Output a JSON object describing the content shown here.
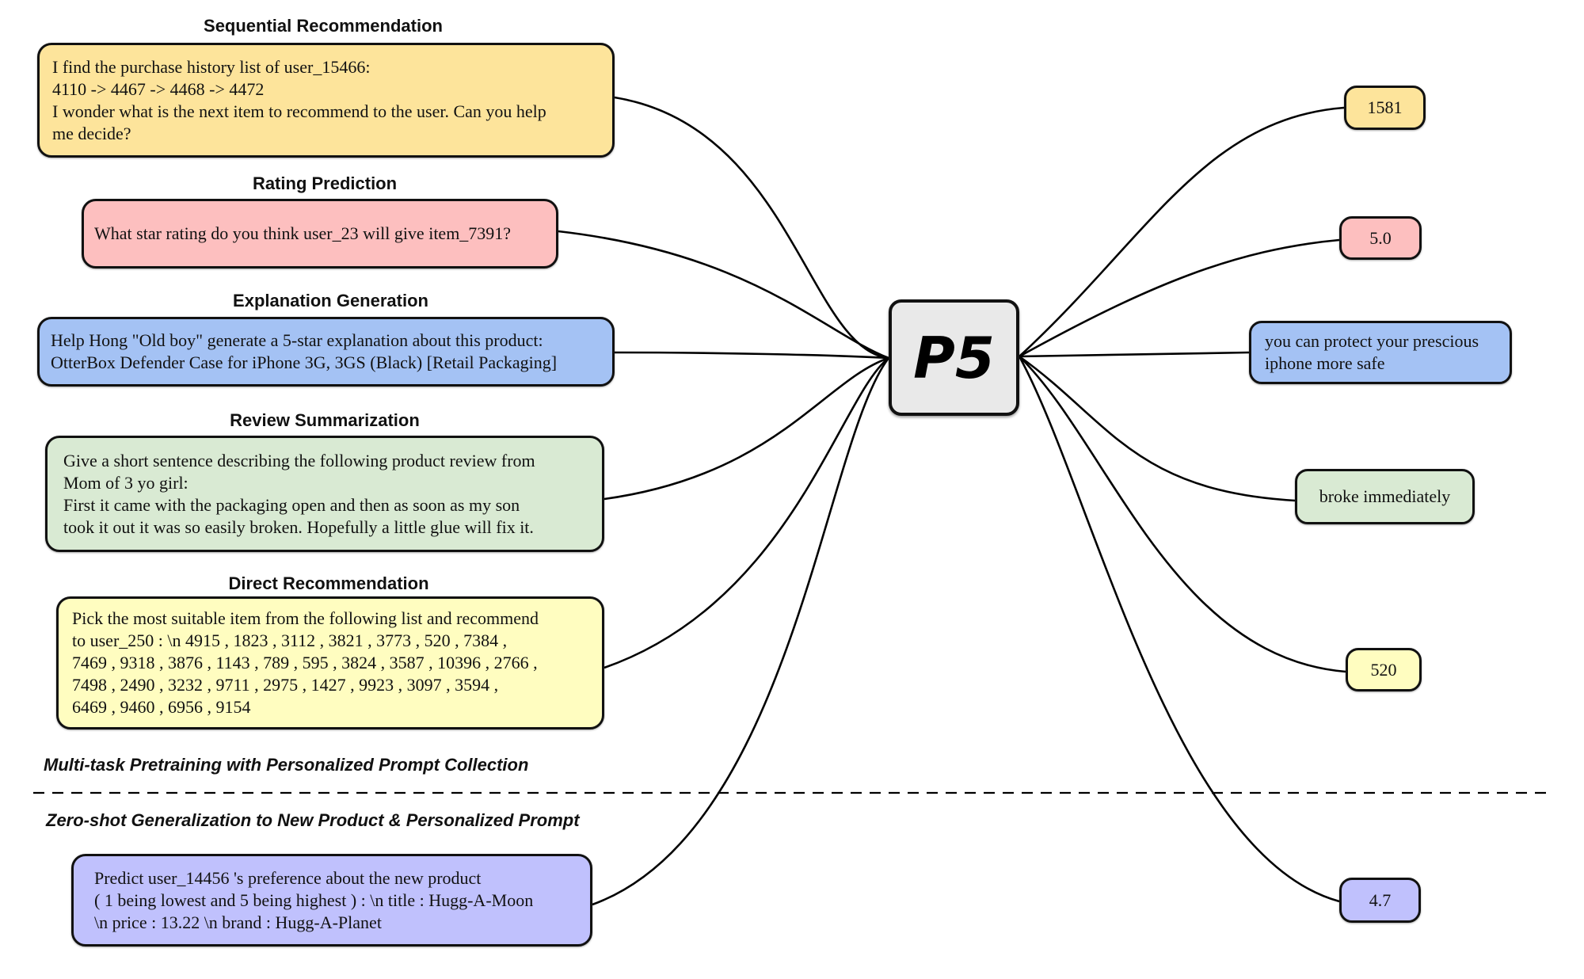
{
  "model": {
    "name": "P5"
  },
  "colors": {
    "sequential": "#fde49b",
    "rating": "#fdbfbf",
    "explanation": "#a4c2f4",
    "review": "#d9ead3",
    "direct": "#fffdc0",
    "zeroshot": "#c0c1fd",
    "stroke": "#111111"
  },
  "tasks": [
    {
      "title": "Sequential Recommendation",
      "prompt": "I find the purchase history list of user_15466:\n4110 -> 4467 -> 4468 -> 4472\nI wonder what is the next item to recommend to the user.  Can you help\nme decide?",
      "output": "1581"
    },
    {
      "title": "Rating Prediction",
      "prompt": "What star rating do you think user_23 will give item_7391?",
      "output": "5.0"
    },
    {
      "title": "Explanation Generation",
      "prompt": "Help Hong \"Old boy\" generate a 5-star explanation about this product:\nOtterBox Defender Case for iPhone 3G, 3GS (Black) [Retail Packaging]",
      "output": "you can protect your prescious\niphone more safe"
    },
    {
      "title": "Review Summarization",
      "prompt": "Give a short sentence describing the following product review from\nMom of 3 yo girl:\nFirst it came with the packaging open and then as soon as my son\ntook it out it was so easily broken. Hopefully a little glue will fix it.",
      "output": "broke immediately"
    },
    {
      "title": "Direct Recommendation",
      "prompt": "Pick the most suitable item from the following list and recommend\nto user_250 : \\n 4915 , 1823 , 3112 , 3821 , 3773 , 520 , 7384 ,\n7469 , 9318 , 3876 , 1143 , 789 , 595 , 3824 , 3587 , 10396 , 2766 ,\n7498 , 2490 , 3232 , 9711 , 2975 , 1427 , 9923 , 3097 , 3594 ,\n6469 , 9460 , 6956 , 9154",
      "output": "520"
    }
  ],
  "sections": {
    "pretraining": "Multi-task Pretraining with Personalized Prompt Collection",
    "zeroshot": "Zero-shot Generalization to New Product & Personalized Prompt"
  },
  "zeroshot_task": {
    "prompt": "Predict user_14456 's preference about the new product\n( 1 being lowest and 5 being highest ) : \\n title : Hugg-A-Moon\n\\n price : 13.22 \\n brand : Hugg-A-Planet",
    "output": "4.7"
  }
}
